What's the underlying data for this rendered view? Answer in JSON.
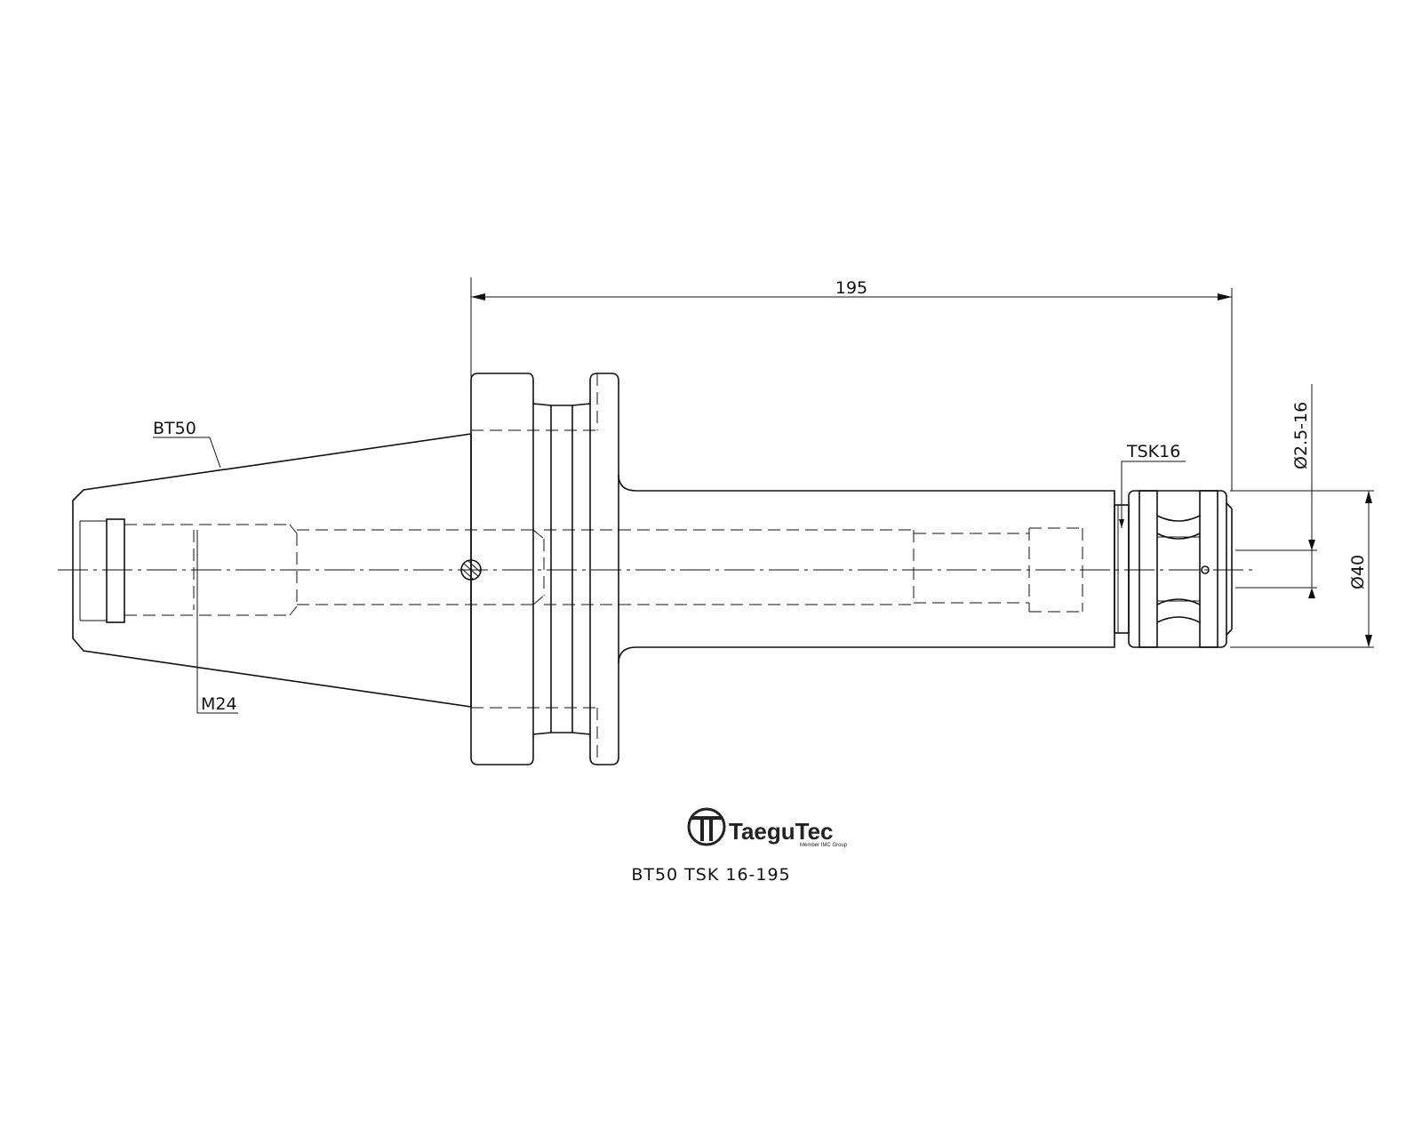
{
  "labels": {
    "length": "195",
    "taper": "BT50",
    "thread": "M24",
    "collet": "TSK16",
    "clamp_range": "Ø2.5-16",
    "diameter": "Ø40"
  },
  "logo": {
    "name": "TaeguTec",
    "tagline": "Member IMC Group"
  },
  "caption": "BT50  TSK  16-195"
}
